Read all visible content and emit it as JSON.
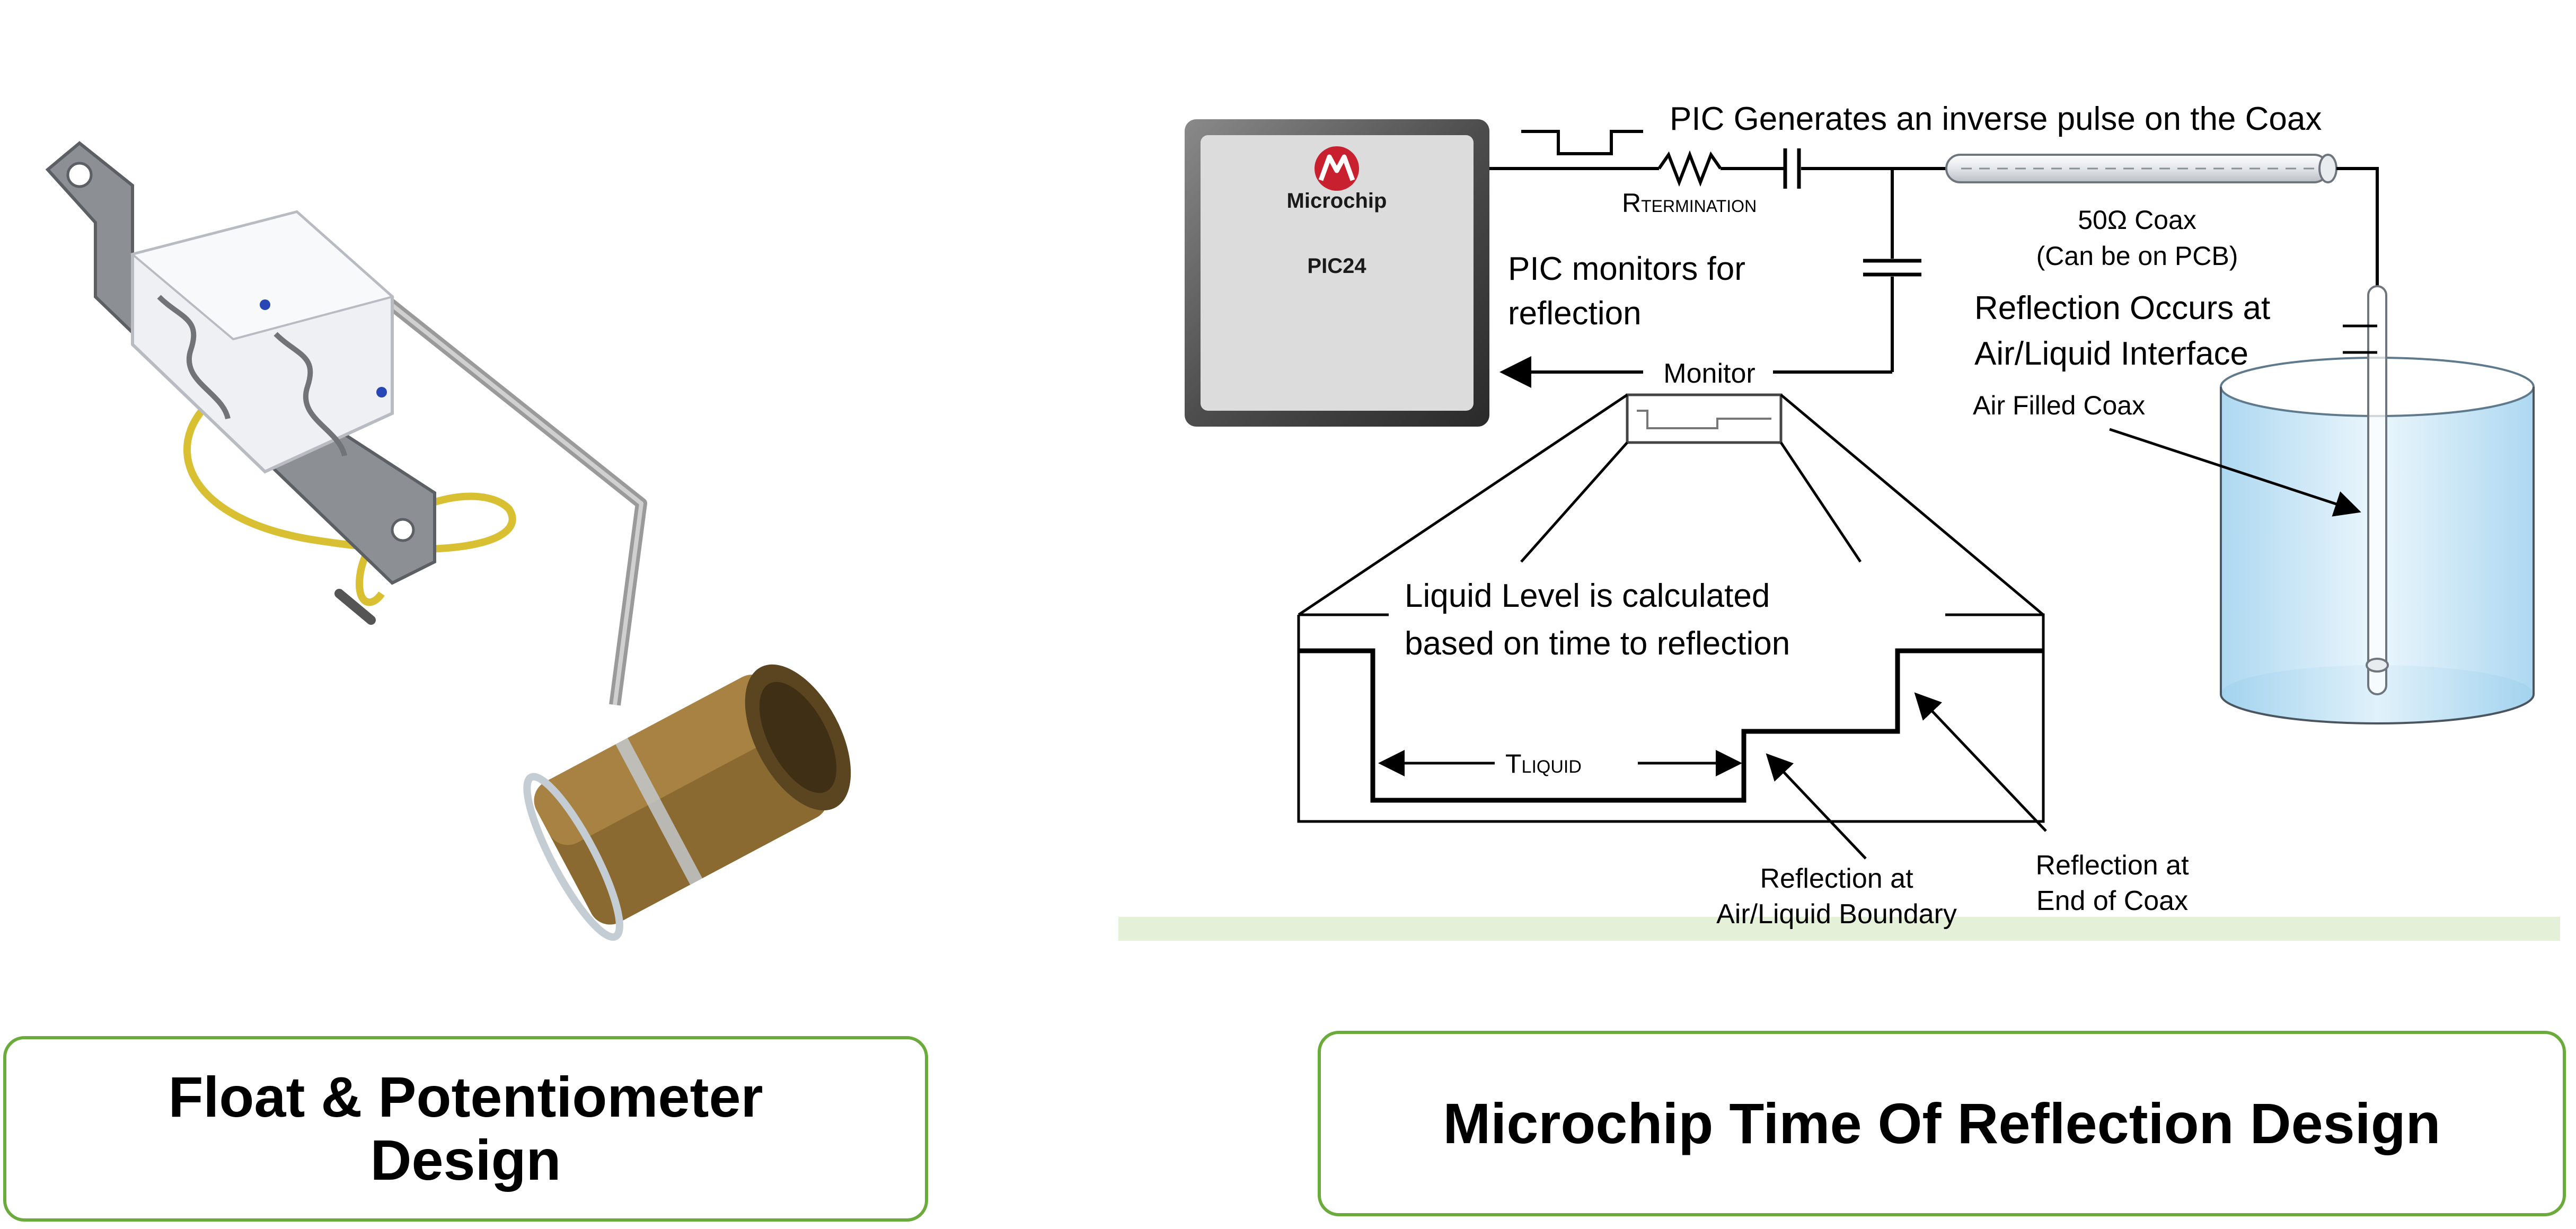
{
  "left_panel": {
    "caption": "Float & Potentiometer Design"
  },
  "diagram": {
    "chip": {
      "brand": "Microchip",
      "model": "PIC24"
    },
    "labels": {
      "pulse": "PIC Generates an inverse pulse on the Coax",
      "r_main": "R",
      "r_sub": "TERMINATION",
      "coax_line1": "50Ω Coax",
      "coax_line2": "(Can be on PCB)",
      "monitors_line1": "PIC monitors for",
      "monitors_line2": "reflection",
      "monitor": "Monitor",
      "reflection_occurs_line1": "Reflection Occurs at",
      "reflection_occurs_line2": "Air/Liquid Interface",
      "air_filled": "Air Filled Coax",
      "level_line1": "Liquid Level is calculated",
      "level_line2": "based on time to reflection",
      "t_main": "T",
      "t_sub": "LIQUID",
      "boundary_line1": "Reflection at",
      "boundary_line2": "Air/Liquid Boundary",
      "end_line1": "Reflection at",
      "end_line2": "End of Coax"
    }
  },
  "right_panel": {
    "caption": "Microchip Time Of Reflection Design"
  },
  "colors": {
    "caption_border": "#6aab3b",
    "chip_fill": "#dcdcdc",
    "logo_red": "#c8202f",
    "liquid": "#bfe3f5",
    "footer_band": "#e4f0d8"
  }
}
